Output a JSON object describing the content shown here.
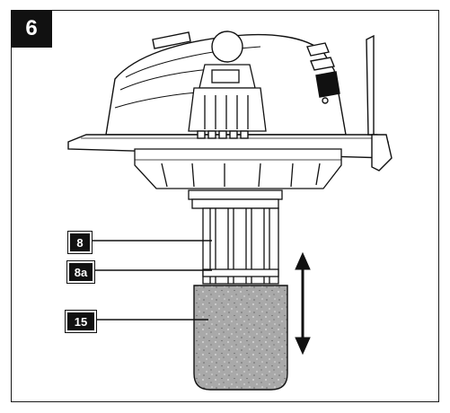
{
  "figure": {
    "step_number": "6",
    "callouts": [
      {
        "label": "8"
      },
      {
        "label": "8a"
      },
      {
        "label": "15"
      }
    ],
    "colors": {
      "ink": "#111111",
      "body_fill": "#ffffff",
      "filter_fill": "#a9a9a9"
    }
  }
}
